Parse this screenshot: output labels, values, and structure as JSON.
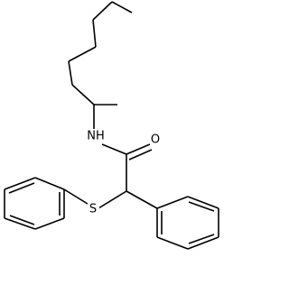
{
  "atoms": {
    "nitrogen": "NH",
    "oxygen": "O",
    "sulfur": "S"
  },
  "colors": {
    "background": "#ffffff",
    "bond": "#000000",
    "text": "#000000"
  }
}
